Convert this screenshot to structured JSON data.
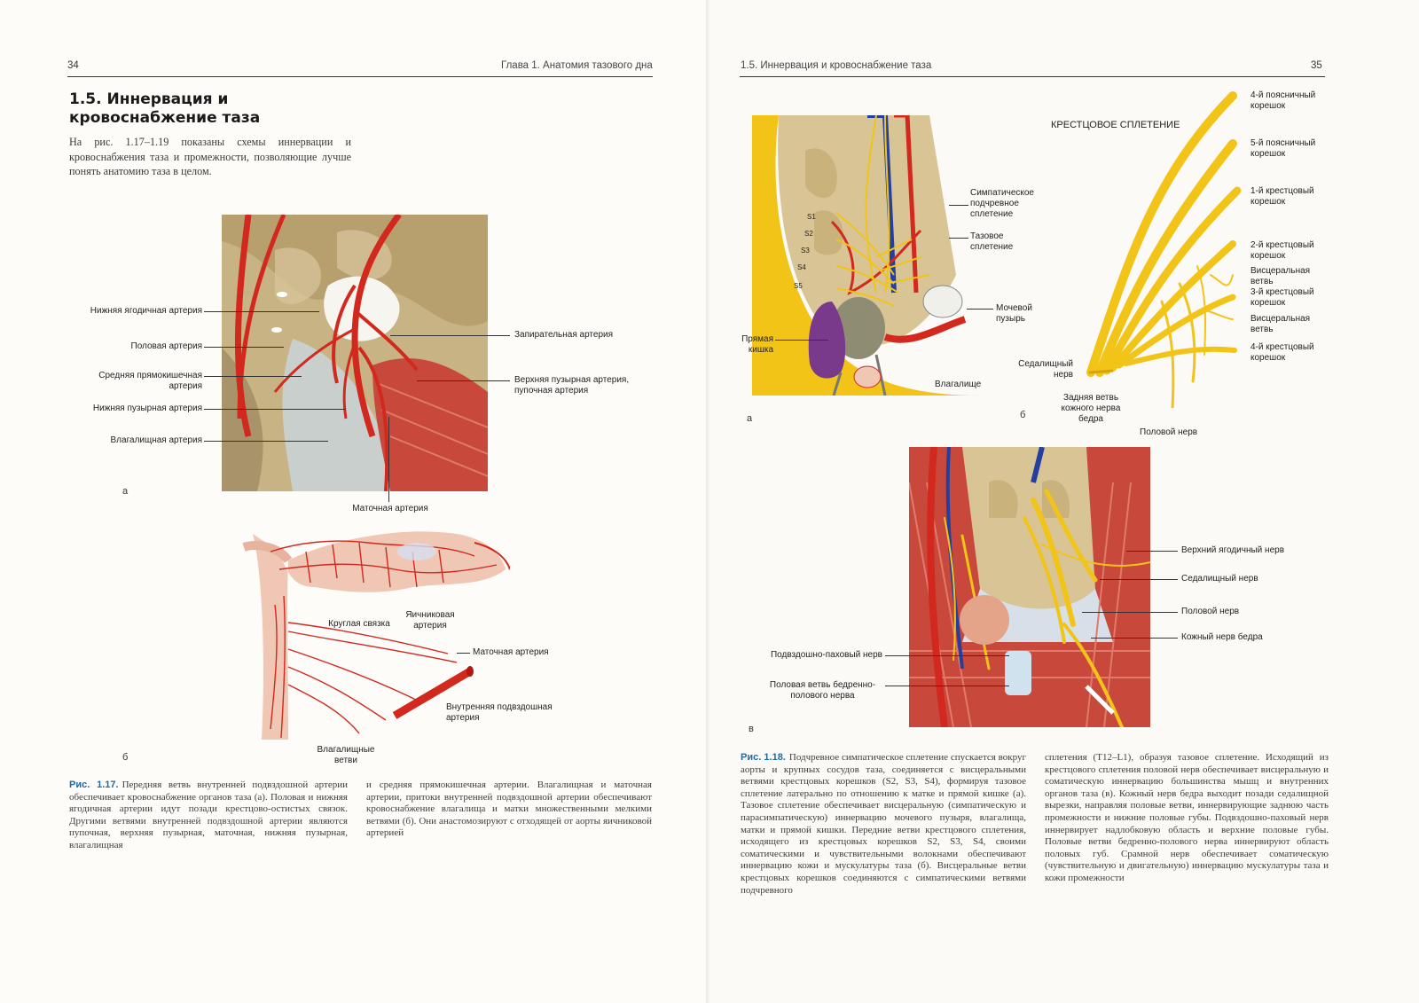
{
  "left": {
    "page_number": "34",
    "running_head": "Глава 1. Анатомия тазового дна",
    "section_title": "1.5. Иннервация и кровоснабжение таза",
    "intro": "На рис. 1.17–1.19 показаны схемы иннервации и кровоснабжения таза и промежности, позволяющие лучше понять анатомию таза в целом.",
    "fig_a": {
      "letter": "а",
      "labels_left": [
        "Нижняя ягодичная артерия",
        "Половая артерия",
        "Средняя прямокишечная артерия",
        "Нижняя пузырная артерия",
        "Влагалищная артерия"
      ],
      "labels_right": [
        "Запирательная артерия",
        "Верхняя пузырная артерия, пупочная артерия"
      ],
      "label_bottom": "Маточная артерия"
    },
    "fig_b": {
      "letter": "б",
      "labels": [
        "Круглая связка",
        "Яичниковая артерия",
        "Маточная артерия",
        "Внутренняя подвздошная артерия",
        "Влагалищные ветви"
      ]
    },
    "caption_label": "Рис. 1.17.",
    "caption_col1": "Передняя ветвь внутренней подвздошной артерии обеспечивает кровоснабжение органов таза (а). Половая и нижняя ягодичная артерии идут позади крестцово-остистых связок. Другими ветвями внутренней подвздошной артерии являются пупочная, верхняя пузырная, маточная, нижняя пузырная, влагалищная",
    "caption_col2": "и средняя прямокишечная артерии. Влагалищная и маточная артерии, притоки внутренней подвздошной артерии обеспечивают кровоснабжение влагалища и матки множественными мелкими ветвями (б). Они анастомозируют с отходящей от аорты яичниковой артерией"
  },
  "right": {
    "page_number": "35",
    "running_head": "1.5. Иннервация и кровоснабжение таза",
    "fig_a": {
      "letter": "а",
      "labels_right": [
        "Симпатическое подчревное сплетение",
        "Тазовое сплетение",
        "Мочевой пузырь"
      ],
      "label_left": "Прямая кишка",
      "label_bottom": "Влагалище",
      "sacral": [
        "S1",
        "S2",
        "S3",
        "S4",
        "S5"
      ]
    },
    "fig_b": {
      "letter": "б",
      "title": "КРЕСТЦОВОЕ СПЛЕТЕНИЕ",
      "labels_right": [
        "4-й поясничный корешок",
        "5-й поясничный корешок",
        "1-й крестцовый корешок",
        "2-й крестцовый корешок",
        "Висцеральная ветвь",
        "3-й крестцовый корешок",
        "Висцеральная ветвь",
        "4-й крестцовый корешок"
      ],
      "labels_left": [
        "Седалищный нерв",
        "Задняя ветвь кожного нерва бедра"
      ],
      "label_bottom": "Половой нерв"
    },
    "fig_c": {
      "letter": "в",
      "labels_right": [
        "Верхний ягодичный нерв",
        "Седалищный нерв",
        "Половой нерв",
        "Кожный нерв бедра"
      ],
      "labels_left": [
        "Подвздошно-паховый нерв",
        "Половая ветвь бедренно-полового нерва"
      ]
    },
    "caption_label": "Рис. 1.18.",
    "caption_col1": "Подчревное симпатическое сплетение спускается вокруг аорты и крупных сосудов таза, соединяется с висцеральными ветвями крестцовых корешков (S2, S3, S4), формируя тазовое сплетение латерально по отношению к матке и прямой кишке (а). Тазовое сплетение обеспечивает висцеральную (симпатическую и парасимпатическую) иннервацию мочевого пузыря, влагалища, матки и прямой кишки. Передние ветви крестцового сплетения, исходящего из крестцовых корешков S2, S3, S4, своими соматическими и чувствительными волокнами обеспечивают иннервацию кожи и мускулатуры таза (б). Висцеральные ветви крестцовых корешков соединяются с симпатическими ветвями подчревного",
    "caption_col2": "сплетения (T12–L1), образуя тазовое сплетение. Исходящий из крестцового сплетения половой нерв обеспечивает висцеральную и соматическую иннервацию большинства мышц и внутренних органов таза (в). Кожный нерв бедра выходит позади седалищной вырезки, направляя половые ветви, иннервирующие заднюю часть промежности и нижние половые губы. Подвздошно-паховый нерв иннервирует надлобковую область и верхние половые губы. Половые ветви бедренно-полового нерва иннервируют область половых губ. Срамной нерв обеспечивает соматическую (чувствительную и двигательную) иннервацию мускулатуры таза и кожи промежности"
  },
  "colors": {
    "artery": "#d2281e",
    "nerve": "#f2c418",
    "muscle": "#c8483c",
    "bone": "#d8c494",
    "accent": "#1f6aa5"
  }
}
